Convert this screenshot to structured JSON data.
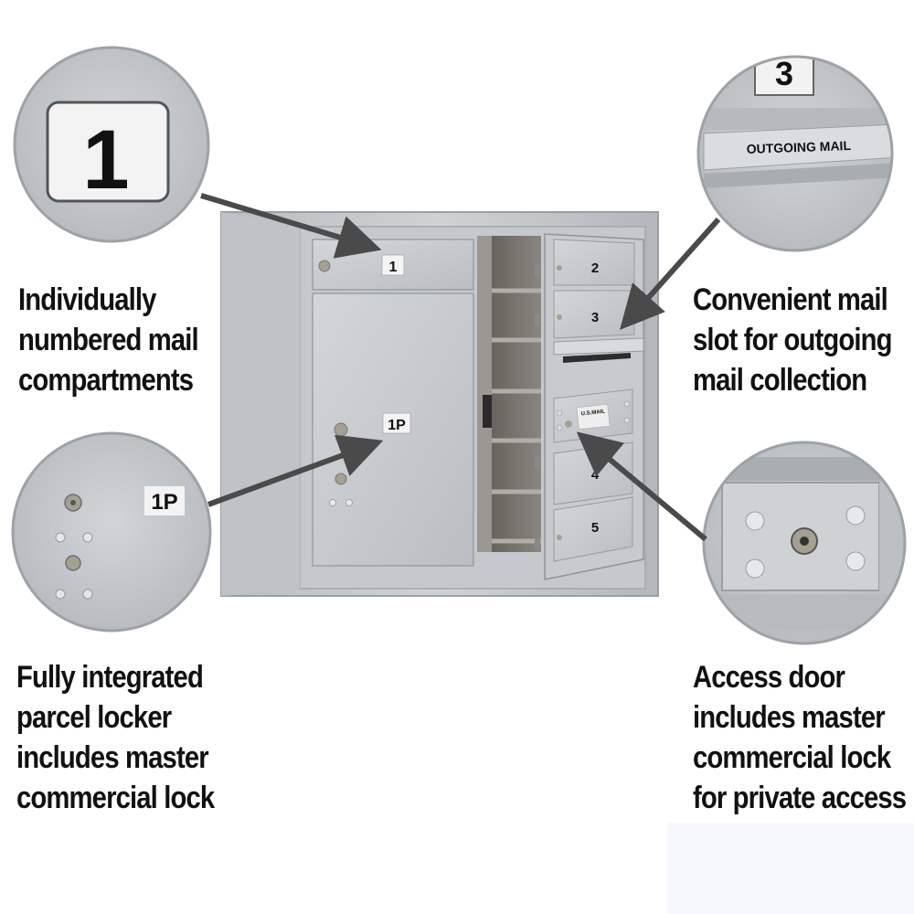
{
  "callouts": {
    "top_left": {
      "badge": "1",
      "lines": [
        "Individually",
        "numbered mail",
        "compartments"
      ]
    },
    "top_right": {
      "badge": "3",
      "slot_label": "OUTGOING MAIL",
      "lines": [
        "Convenient mail",
        "slot for outgoing",
        "mail collection"
      ]
    },
    "bottom_left": {
      "badge": "1P",
      "lines": [
        "Fully integrated",
        "parcel locker",
        "includes master",
        "commercial lock"
      ]
    },
    "bottom_right": {
      "lines": [
        "Access door",
        "includes master",
        "commercial lock",
        "for private access"
      ]
    }
  },
  "mailbox": {
    "door_labels": [
      "1",
      "1P",
      "2",
      "3",
      "4",
      "5"
    ],
    "usmail_label": "U.S.MAIL"
  },
  "colors": {
    "aluminum": "#c2c6ca",
    "aluminum_dark": "#8e9398",
    "arrow": "#4a4a4a",
    "text": "#111111"
  }
}
